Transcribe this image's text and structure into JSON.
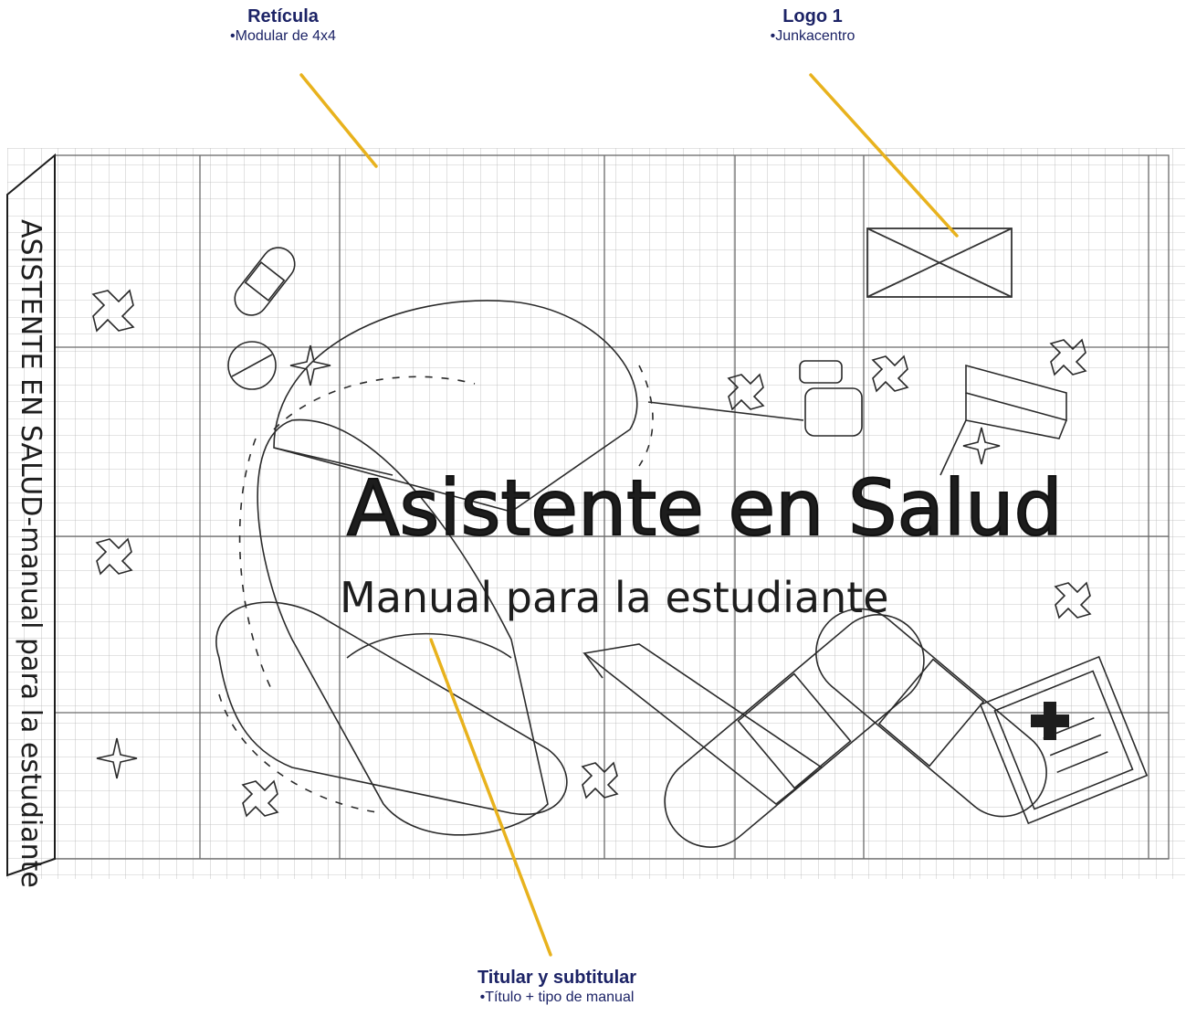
{
  "annotations": {
    "reticula": {
      "title": "Retícula",
      "subtitle": "•Modular de 4x4"
    },
    "logo": {
      "title": "Logo 1",
      "subtitle": "•Junkacentro"
    },
    "titular": {
      "title": "Titular y subtitular",
      "subtitle": "•Título + tipo de manual"
    }
  },
  "sketch": {
    "main_title": "Asistente en Salud",
    "subtitle": "Manual para la estudiante",
    "spine_text": "ASISTENTE EN SALUD-manual para la estudiante"
  },
  "colors": {
    "annotation_text": "#1c2366",
    "leader_line": "#e8b21d",
    "pencil": "#1d1d1d",
    "grid": "#b8b8b8"
  }
}
